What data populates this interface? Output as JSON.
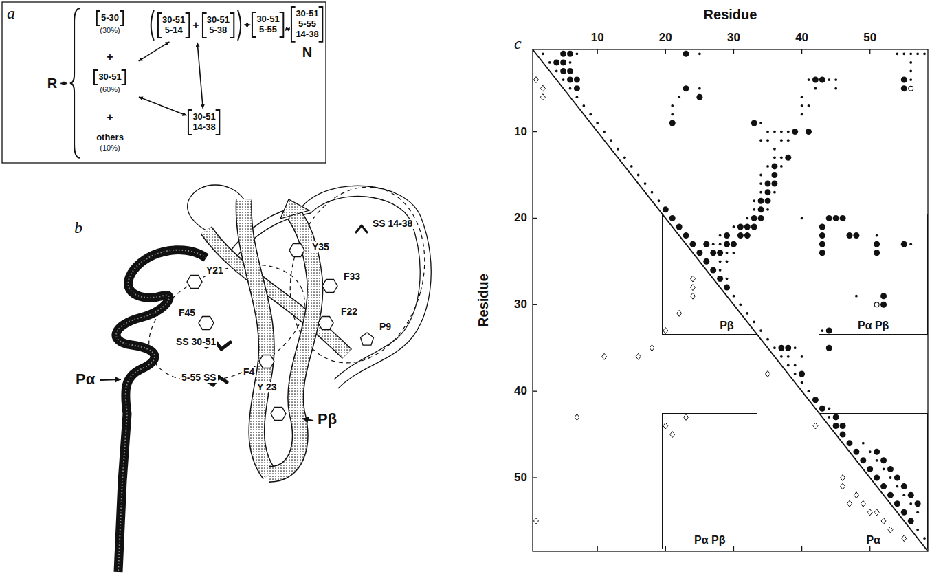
{
  "diagram": {
    "nodes": [
      {
        "text": [
          "R"
        ]
      },
      {
        "text": [
          "+",
          "+"
        ]
      },
      {
        "text": [
          "5-30",
          "(30%)"
        ],
        "in": 1
      },
      {
        "text": [
          "30-51",
          "(60%)"
        ],
        "in": 1
      },
      {
        "text": [
          "others",
          "(10%)"
        ],
        "in": 1
      },
      {
        "text": [
          "+"
        ]
      },
      {
        "text": [
          "30-51 5-14"
        ],
        "in": 5
      },
      {
        "text": [
          "30-51 5-38"
        ],
        "in": 5
      },
      {
        "text": [
          "30-51 14-38"
        ]
      },
      {
        "text": [
          "30-51 5-55"
        ]
      },
      {
        "text": [
          "30-51 5-55 14-38",
          "N"
        ]
      },
      {
        "text": [
          "Pα Pβ"
        ]
      },
      {
        "text": [
          "Pβ"
        ]
      },
      {
        "text": [
          "Pα Pβ"
        ]
      },
      {
        "text": [
          "Pα"
        ]
      }
    ],
    "edges": [
      {
        "from": 0,
        "to": 1,
        "arrow": "both"
      },
      {
        "from": 1,
        "to": 5,
        "arrow": "both"
      },
      {
        "from": 1,
        "to": 8,
        "arrow": "both"
      },
      {
        "from": 5,
        "to": 8,
        "arrow": "both"
      },
      {
        "from": 5,
        "to": 9,
        "arrow": "both"
      },
      {
        "from": 9,
        "to": 10,
        "arrow": "both"
      }
    ],
    "labels": [
      "a",
      "b",
      "c",
      "SS 14-38",
      "Y35",
      "F33",
      "F22",
      "P9",
      "Y21",
      "F45",
      "SS 30-51",
      "5-55 SS",
      "F4",
      "Y 23",
      "Pα",
      "Pβ",
      "Residue",
      "Residue",
      "10",
      "20",
      "30",
      "40",
      "50",
      "10",
      "20",
      "30",
      "40",
      "50"
    ]
  }
}
